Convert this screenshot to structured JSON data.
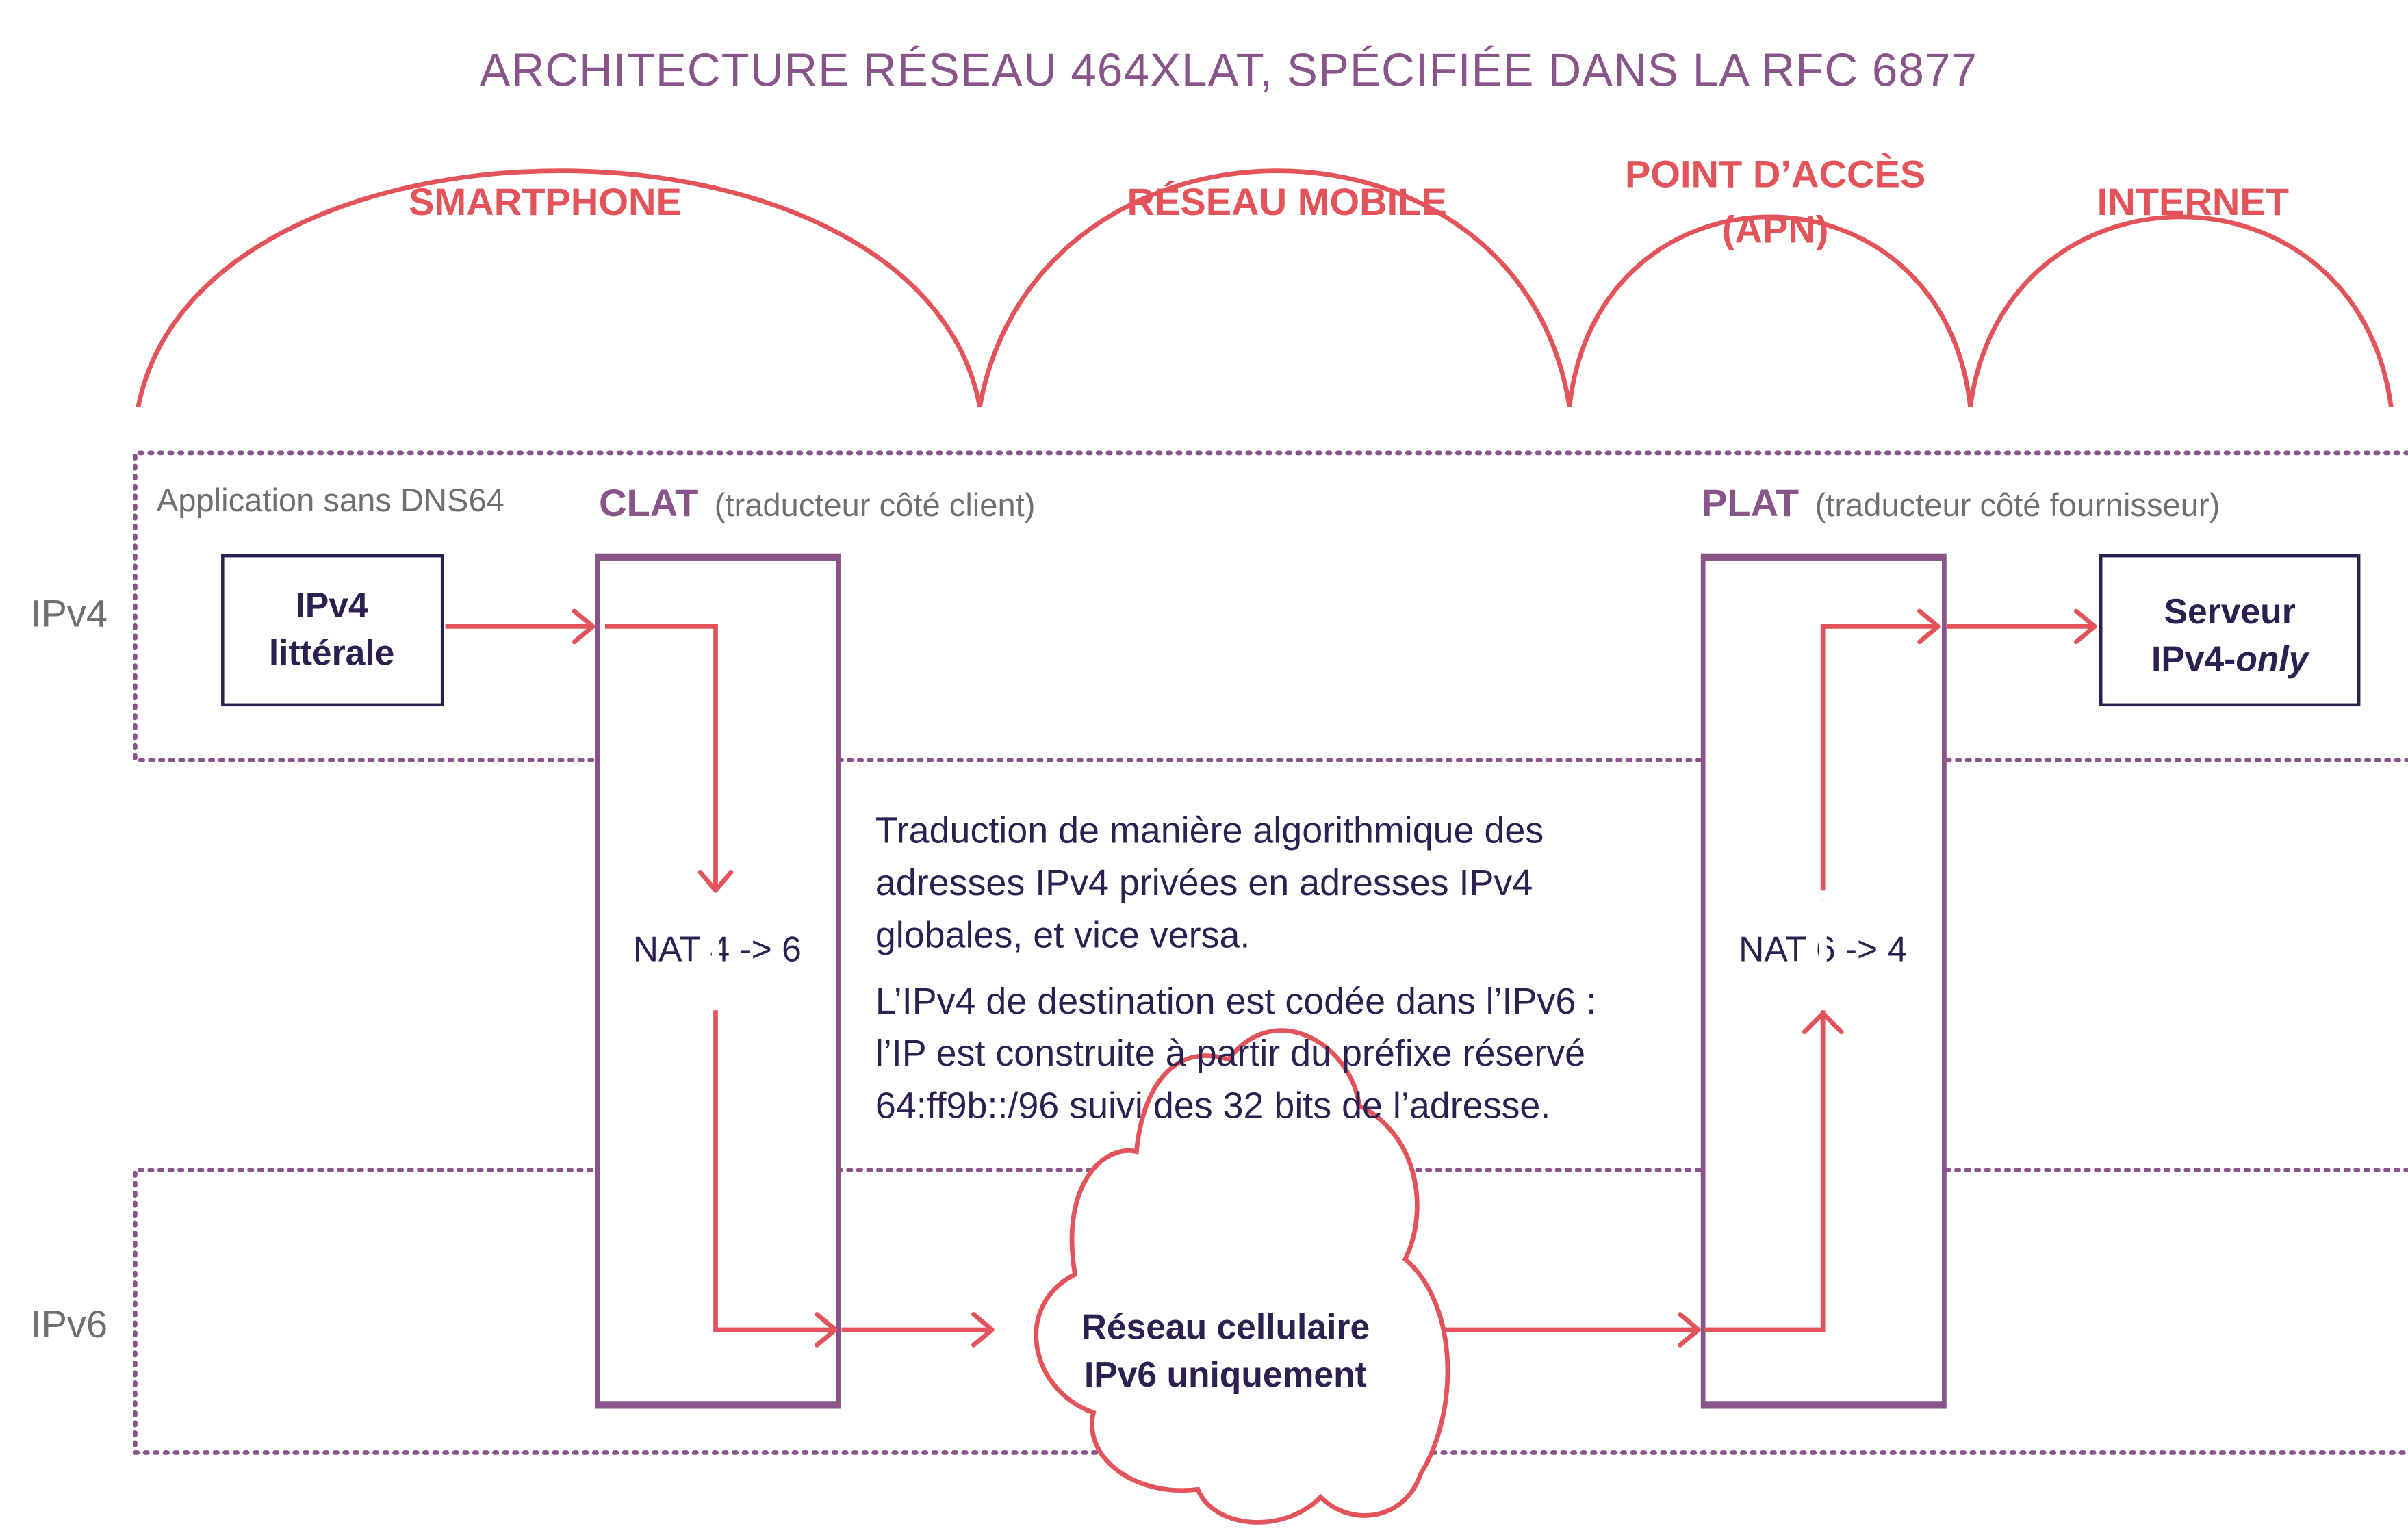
{
  "title": "ARCHITECTURE RÉSEAU 464XLAT, SPÉCIFIÉE DANS LA RFC 6877",
  "zones": [
    {
      "lines": [
        "SMARTPHONE"
      ]
    },
    {
      "lines": [
        "RÉSEAU MOBILE"
      ]
    },
    {
      "lines": [
        "POINT D’ACCÈS",
        "(APN)"
      ]
    },
    {
      "lines": [
        "INTERNET"
      ]
    }
  ],
  "layers": {
    "ipv4": "IPv4",
    "ipv6": "IPv6"
  },
  "app_label": "Application sans DNS64",
  "clat": {
    "name": "CLAT",
    "desc": "(traducteur côté client)",
    "nat": "NAT 4 -> 6"
  },
  "plat": {
    "name": "PLAT",
    "desc": "(traducteur côté fournisseur)",
    "nat": "NAT 6 -> 4"
  },
  "ipv4_box": {
    "line1": "IPv4",
    "line2": "littérale"
  },
  "server_box": {
    "line1": "Serveur",
    "line2_a": "IPv4-",
    "line2_b": "only"
  },
  "cloud": {
    "line1": "Réseau cellulaire",
    "line2": "IPv6 uniquement"
  },
  "description": {
    "para1": [
      "Traduction de manière algorithmique des",
      "adresses IPv4 privées en adresses IPv4",
      "globales, et vice versa."
    ],
    "para2": [
      "L’IPv4 de destination est codée dans l’IPv6 :",
      "l’IP est construite à partir du préfixe réservé",
      "64:ff9b::/96 suivi des 32 bits de l’adresse."
    ]
  },
  "colors": {
    "accent_red": "#e3545a",
    "purple": "#88548a",
    "navy": "#2c2050",
    "gray": "#6f6f6f"
  }
}
